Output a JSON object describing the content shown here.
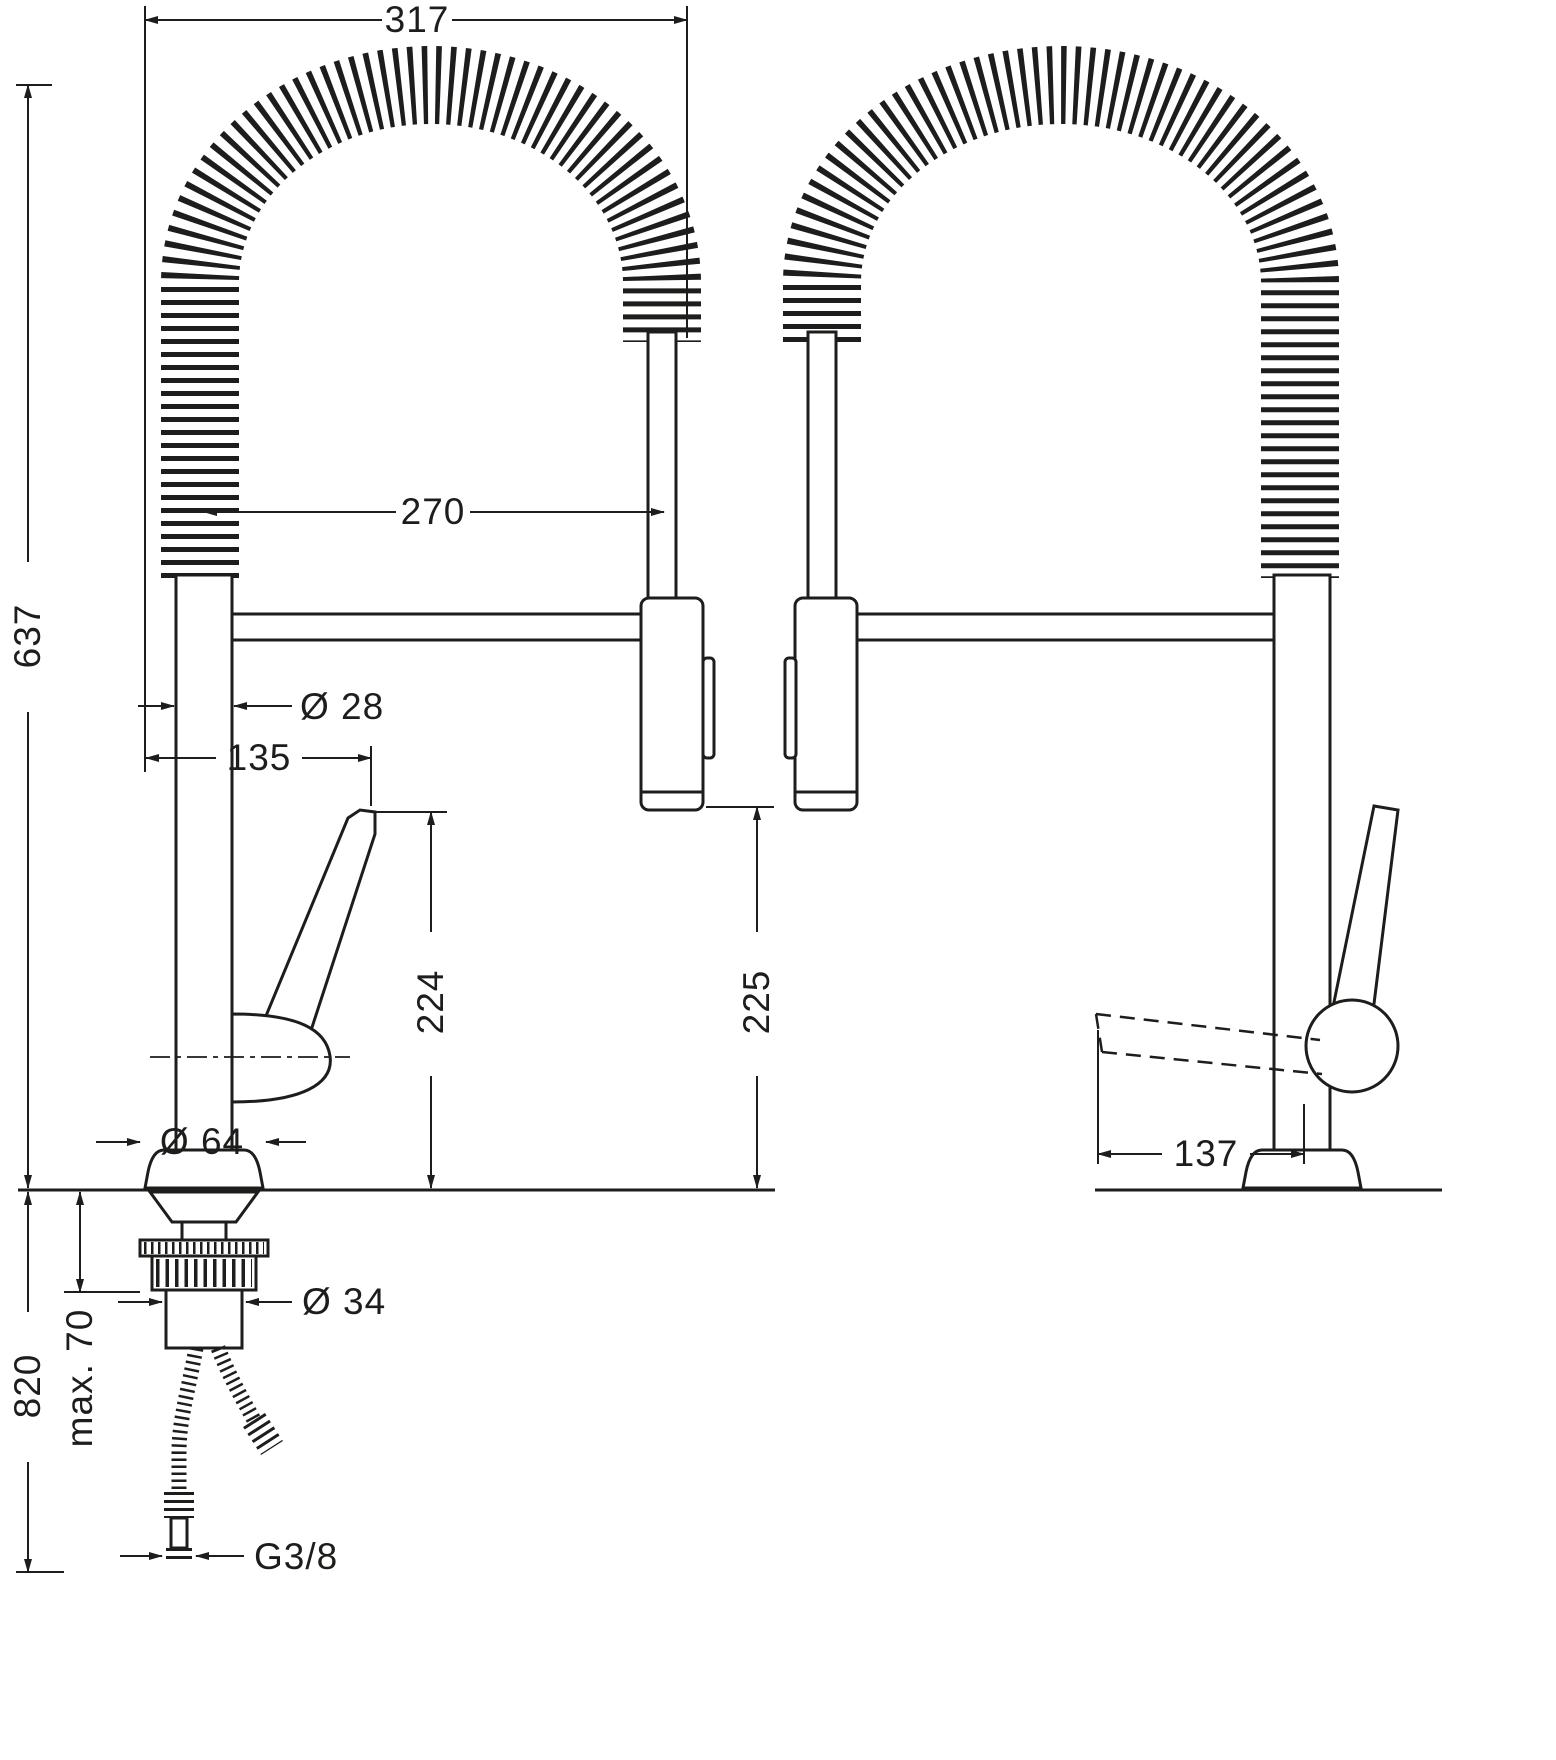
{
  "drawing": {
    "description": "Kitchen mixer tap with semi-pro spring pull-out spout - dimensional line drawing, front and side views",
    "views": {
      "front": "front view",
      "side": "side view"
    },
    "colors": {
      "line": "#1d1d1b",
      "background": "#ffffff"
    }
  },
  "dimensions": {
    "overall_width": "317",
    "spout_reach": "270",
    "height_above_deck": "637",
    "column_diameter": "Ø 28",
    "handle_projection": "135",
    "handle_top_height": "224",
    "spray_outlet_height": "225",
    "base_diameter": "Ø 64",
    "hose_length_below_deck": "820",
    "max_deck_thickness": "max. 70",
    "shank_diameter": "Ø 34",
    "supply_connection": "G3/8",
    "side_handle_projection": "137"
  }
}
